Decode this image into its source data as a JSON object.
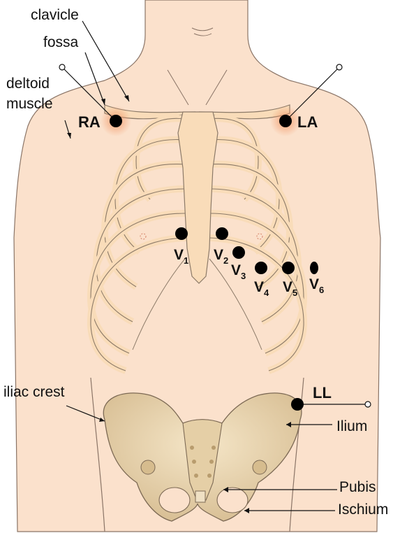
{
  "labels": {
    "clavicle": "clavicle",
    "fossa": "fossa",
    "deltoid_1": "deltoid",
    "deltoid_2": "muscle",
    "iliac_crest": "iliac crest",
    "ilium": "Ilium",
    "pubis": "Pubis",
    "ischium": "Ischium"
  },
  "electrodes": {
    "ra": "RA",
    "la": "LA",
    "ll": "LL",
    "v_letter": "V",
    "v1": "1",
    "v2": "2",
    "v3": "3",
    "v4": "4",
    "v5": "5",
    "v6": "6"
  },
  "colors": {
    "skin": "#fbe1cc",
    "skin_outline": "#8a7466",
    "bone": "#f9dcb9",
    "bone_outline": "#8c7a68",
    "pelvis": "#e9d5b0",
    "electrode": "#000000",
    "glow": "#f29a6a"
  }
}
